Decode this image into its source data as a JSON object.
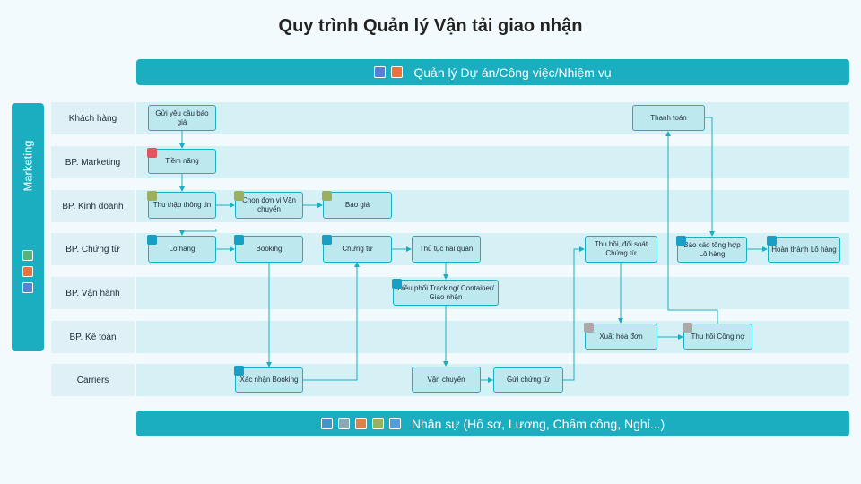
{
  "title": "Quy trình Quản lý Vận tải giao nhận",
  "top_bar": {
    "label": "Quản lý Dự án/Công việc/Nhiệm vụ",
    "icons": [
      "rocket-icon",
      "person-icon"
    ]
  },
  "bottom_bar": {
    "label": "Nhân sự (Hồ sơ, Lương, Chấm công, Nghỉ...)",
    "icons": [
      "profile-icon",
      "team-icon",
      "briefcase-icon",
      "user-card-icon",
      "target-icon"
    ]
  },
  "side_bar": {
    "label": "Marketing",
    "icons": [
      "megaphone-icon",
      "flag-icon",
      "chart-icon"
    ]
  },
  "lanes": [
    {
      "label": "Khách hàng"
    },
    {
      "label": "BP. Marketing"
    },
    {
      "label": "BP. Kinh doanh"
    },
    {
      "label": "BP. Chứng từ"
    },
    {
      "label": "BP. Vận hành"
    },
    {
      "label": "BP. Kế toán"
    },
    {
      "label": "Carriers"
    }
  ],
  "nodes": {
    "gui_yeu_cau": "Gửi yêu cầu báo giá",
    "tiem_nang": "Tiềm năng",
    "thu_thap": "Thu thập thông tin",
    "chon_don_vi": "Chọn đơn vị Vận chuyển",
    "bao_gia": "Báo giá",
    "lo_hang": "Lô hàng",
    "booking": "Booking",
    "chung_tu": "Chứng từ",
    "thu_tuc": "Thủ tục hải quan",
    "dieu_phoi": "Điều phối Tracking/ Container/ Giao nhận",
    "xac_nhan": "Xác nhận Booking",
    "van_chuyen": "Vận chuyển",
    "gui_chung_tu": "Gửi chứng từ",
    "thu_hoi_doi_soat": "Thu hồi, đối soát Chứng từ",
    "xuat_hoa_don": "Xuất hóa đơn",
    "thu_hoi_cong_no": "Thu hồi Công nợ",
    "thanh_toan": "Thanh toán",
    "bao_cao": "Báo cáo tổng hợp Lô hàng",
    "hoan_thanh": "Hoàn thành Lô hàng"
  },
  "colors": {
    "accent": "#1aaec0",
    "lane": "#d5f1f6",
    "node": "#bde8ee"
  }
}
